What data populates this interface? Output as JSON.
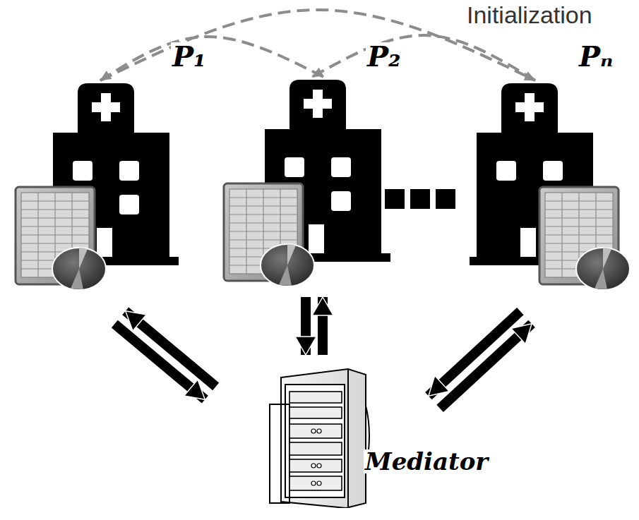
{
  "diagram": {
    "nodes": [
      {
        "text": [
          "P₁"
        ]
      },
      {
        "text": [
          "P₂"
        ]
      },
      {
        "text": [
          "Pₙ"
        ]
      },
      {
        "text": [
          "Mediator"
        ]
      }
    ],
    "edges": [
      {
        "from": 0,
        "to": 2,
        "arrow": "to"
      },
      {
        "from": 1,
        "to": 0,
        "arrow": "to"
      },
      {
        "from": 2,
        "to": 1,
        "arrow": "to"
      },
      {
        "from": 0,
        "to": 3,
        "arrow": "to"
      },
      {
        "from": 3,
        "to": 0,
        "arrow": "to"
      },
      {
        "from": 1,
        "to": 3,
        "arrow": "to"
      },
      {
        "from": 3,
        "to": 1,
        "arrow": "to"
      },
      {
        "from": 2,
        "to": 3,
        "arrow": "to"
      },
      {
        "from": 3,
        "to": 2,
        "arrow": "to"
      }
    ],
    "labels": [
      "Initialization"
    ]
  }
}
